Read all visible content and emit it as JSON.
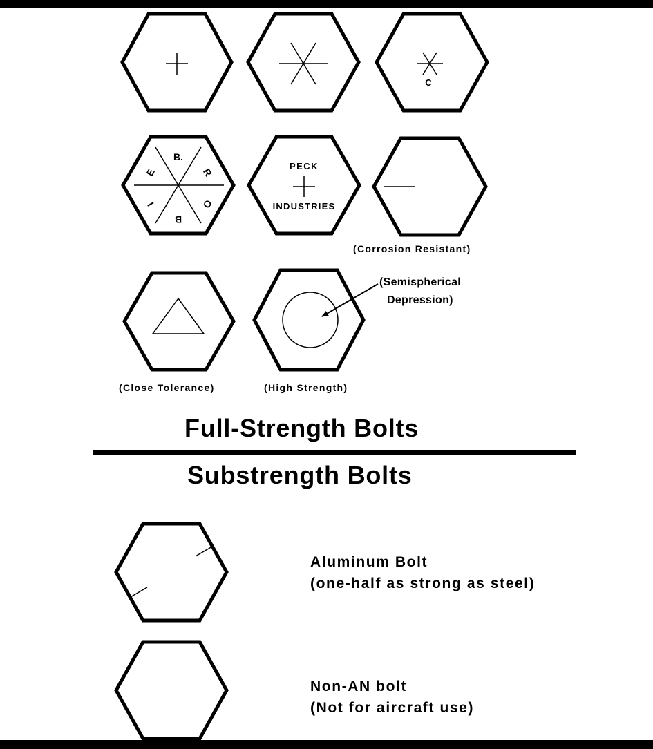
{
  "labels": {
    "corrosion_resistant": "(Corrosion Resistant)",
    "close_tolerance": "(Close Tolerance)",
    "high_strength": "(High Strength)",
    "semispherical_line1": "(Semispherical",
    "semispherical_line2": "Depression)"
  },
  "head_markings": {
    "c_mark": "C",
    "bierob_letters": [
      "B.",
      "R",
      "O",
      "B",
      "I",
      "E"
    ],
    "peck_top": "PECK",
    "peck_bottom": "INDUSTRIES"
  },
  "headings": {
    "full_strength": "Full-Strength Bolts",
    "substrength": "Substrength Bolts"
  },
  "substrength": {
    "aluminum_title": "Aluminum Bolt",
    "aluminum_note": "(one-half as strong as steel)",
    "non_an_title": "Non-AN bolt",
    "non_an_note": "(Not for aircraft use)"
  },
  "colors": {
    "ink": "#000000",
    "paper": "#ffffff"
  }
}
